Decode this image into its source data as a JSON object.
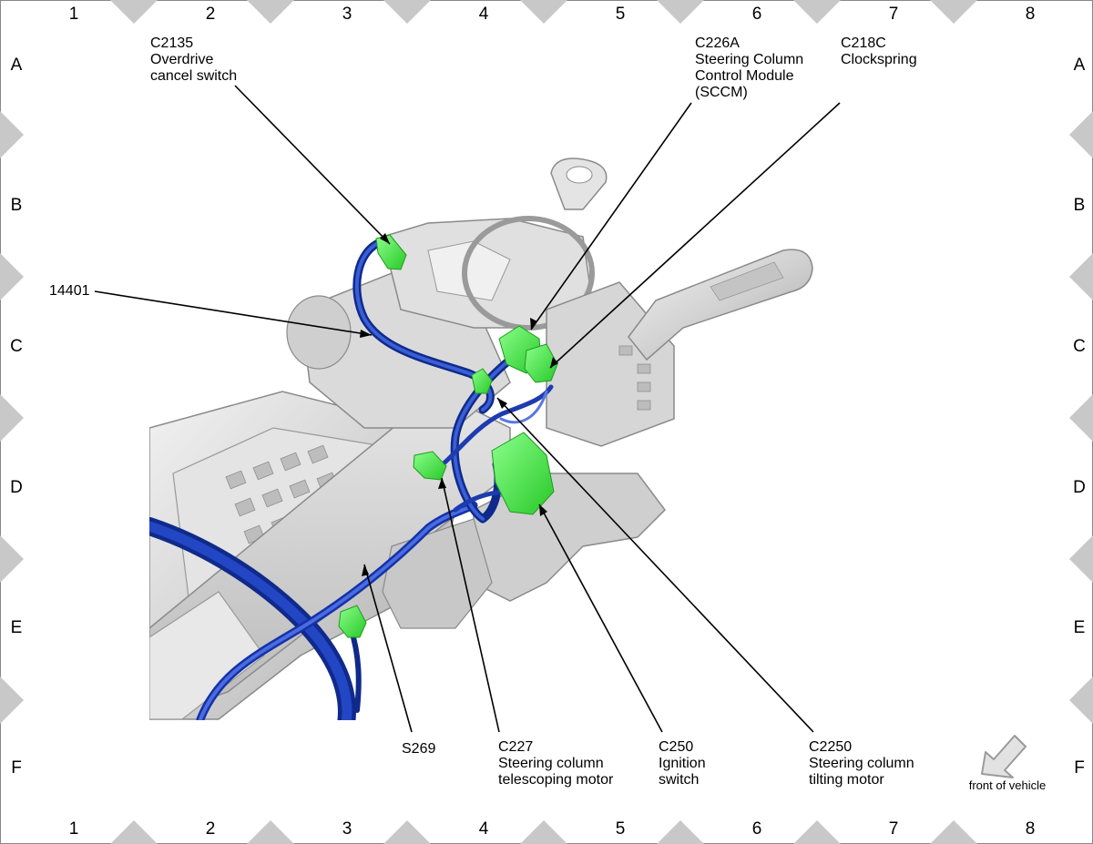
{
  "grid": {
    "columns": [
      "1",
      "2",
      "3",
      "4",
      "5",
      "6",
      "7",
      "8"
    ],
    "rows": [
      "A",
      "B",
      "C",
      "D",
      "E",
      "F"
    ]
  },
  "callouts": {
    "c2135": [
      "C2135",
      "Overdrive",
      "cancel switch"
    ],
    "c226a": [
      "C226A",
      "Steering Column",
      "Control Module",
      "(SCCM)"
    ],
    "c218c": [
      "C218C",
      "Clockspring"
    ],
    "n14401": [
      "14401"
    ],
    "s269": [
      "S269"
    ],
    "c227": [
      "C227",
      "Steering column",
      "telescoping motor"
    ],
    "c250": [
      "C250",
      "Ignition",
      "switch"
    ],
    "c2250": [
      "C2250",
      "Steering column",
      "tilting motor"
    ]
  },
  "orientation": {
    "label": "front of vehicle",
    "icon": "front-of-vehicle-arrow-icon"
  },
  "colors": {
    "connector": "#4cf04c",
    "harness": "#1a3db8",
    "component": "#d4d4d4",
    "border_marker": "#c8c8c8"
  }
}
